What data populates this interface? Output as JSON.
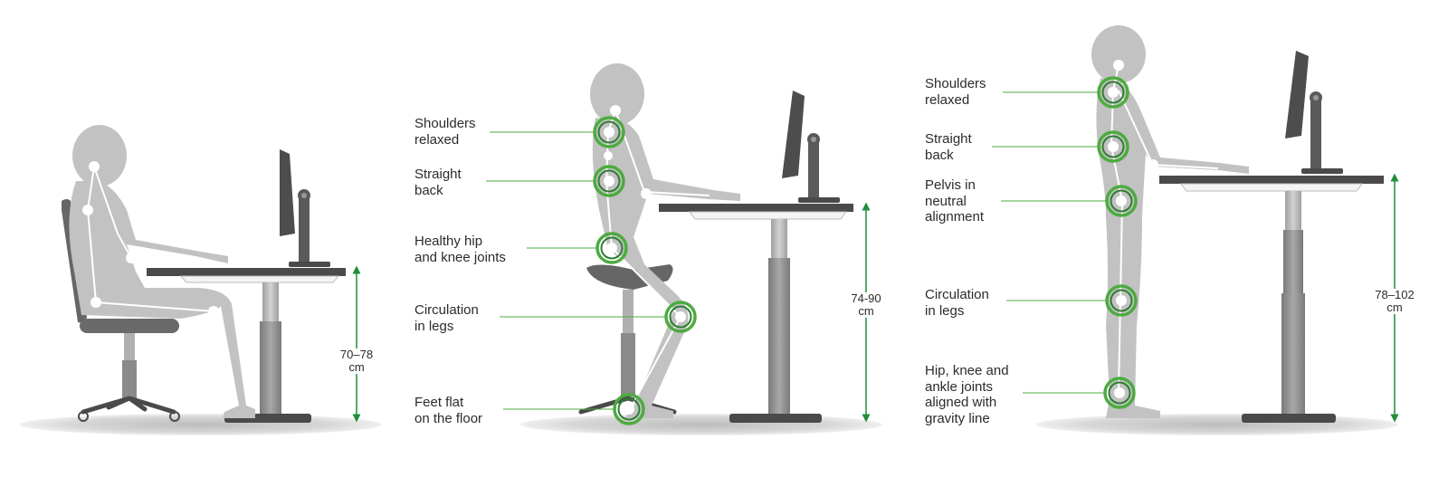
{
  "colors": {
    "figure": "#c2c2c2",
    "joint_green": "#4cab3f",
    "joint_dark_green": "#2e7d32",
    "line_green": "#4cab3f",
    "arrow_green": "#1f8f3a",
    "desk_top": "#4a4a4a",
    "desk_leg": "#8a8a8a",
    "desk_leg_light": "#b5b5b5",
    "shadow": "#d9d9d9",
    "monitor": "#555555",
    "chair": "#5f5f5f"
  },
  "panels": [
    {
      "name": "sitting",
      "labels": [],
      "height_range": "70–78\ncm"
    },
    {
      "name": "saddle-stool",
      "labels": [
        "Shoulders\nrelaxed",
        "Straight\nback",
        "Healthy hip\nand knee joints",
        "Circulation\nin legs",
        "Feet flat\non the floor"
      ],
      "height_range": "74-90\ncm"
    },
    {
      "name": "standing",
      "labels": [
        "Shoulders\nrelaxed",
        "Straight\nback",
        "Pelvis in\nneutral\nalignment",
        "Circulation\nin legs",
        "Hip, knee and\nankle joints\naligned with\ngravity line"
      ],
      "height_range": "78–102\ncm"
    }
  ]
}
